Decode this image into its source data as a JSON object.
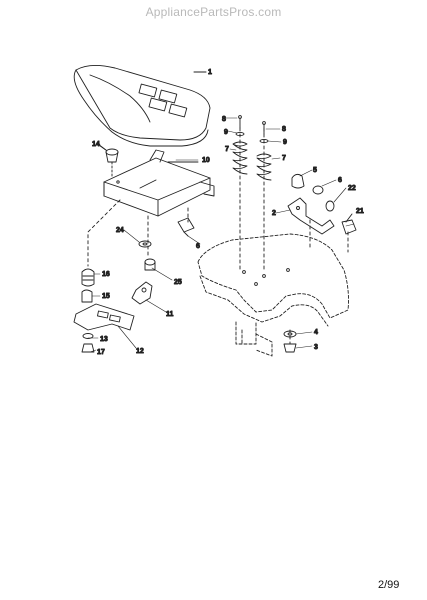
{
  "header": {
    "watermark": "AppliancePartsPros.com"
  },
  "footer": {
    "page_code": "2/99"
  },
  "callouts": [
    "1",
    "14",
    "10",
    "8",
    "9",
    "7",
    "8",
    "9",
    "7",
    "5",
    "6",
    "22",
    "2",
    "21",
    "24",
    "6",
    "16",
    "25",
    "15",
    "11",
    "12",
    "13",
    "17",
    "4",
    "3"
  ]
}
